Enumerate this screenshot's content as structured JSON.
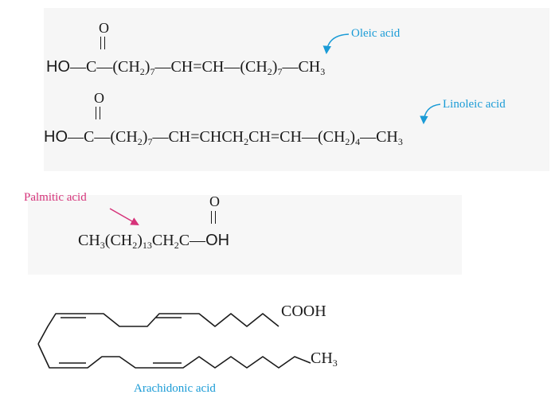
{
  "oleic": {
    "label": "Oleic acid",
    "formula": [
      "HO",
      "—C—(CH",
      "2",
      ")",
      "7",
      "—CH=CH—(CH",
      "2",
      ")",
      "7",
      "—CH",
      "3"
    ],
    "carbonyl_o": "O"
  },
  "linoleic": {
    "label": "Linoleic acid",
    "formula": [
      "HO",
      "—C—(CH",
      "2",
      ")",
      "7",
      "—CH=CHCH",
      "2",
      "CH=CH—(CH",
      "2",
      ")",
      "4",
      "—CH",
      "3"
    ],
    "carbonyl_o": "O"
  },
  "palmitic": {
    "label": "Palmitic acid",
    "formula": [
      "CH",
      "3",
      "(CH",
      "2",
      ")",
      "13",
      "CH",
      "2",
      "C—",
      "OH"
    ],
    "carbonyl_o": "O"
  },
  "arachidonic": {
    "label": "Arachidonic acid",
    "cooh": "COOH",
    "ch3": "CH",
    "ch3_sub": "3"
  },
  "colors": {
    "label_blue": "#1a9bd6",
    "label_pink": "#d6337a",
    "ink": "#1a1a1a"
  }
}
